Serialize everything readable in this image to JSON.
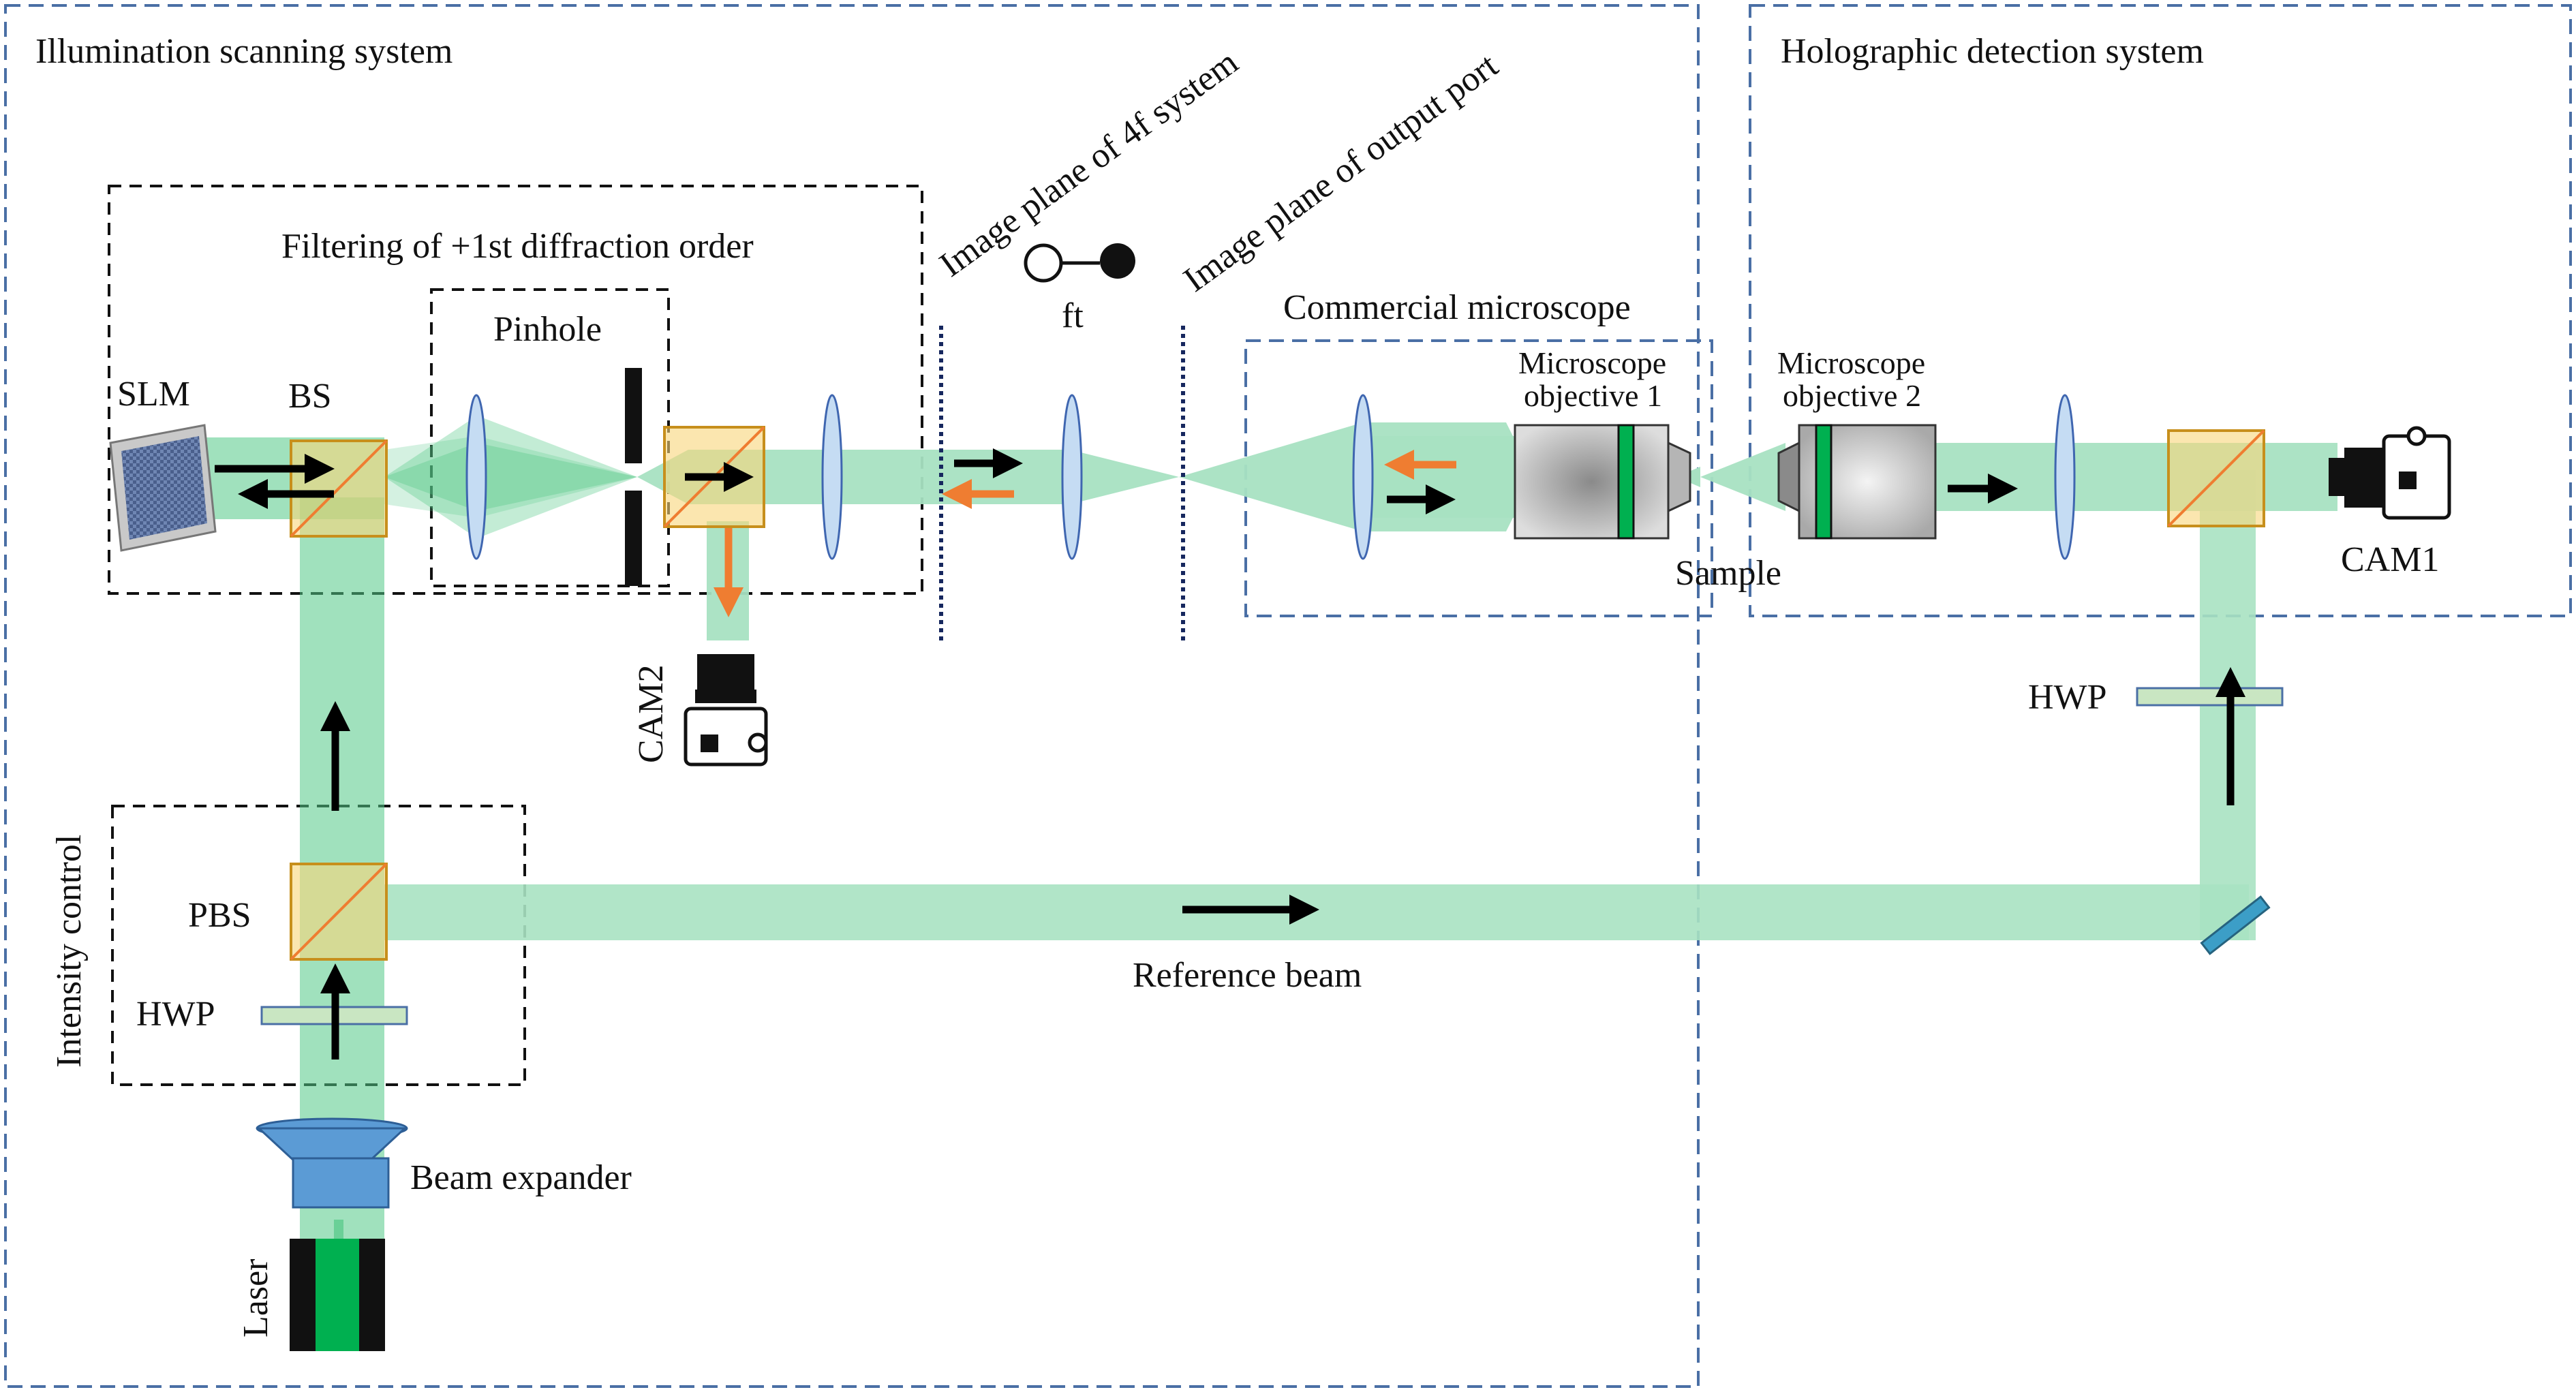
{
  "sections": {
    "illumination": "Illumination scanning system",
    "holographic": "Holographic detection system",
    "filtering": "Filtering of +1st diffraction order",
    "pinhole": "Pinhole",
    "commercial": "Commercial microscope",
    "intensity": "Intensity control"
  },
  "planes": {
    "fourf": "Image plane of 4f system",
    "output": "Image plane of output  port"
  },
  "labels": {
    "slm": "SLM",
    "bs": "BS",
    "pbs": "PBS",
    "hwp_left": "HWP",
    "hwp_right": "HWP",
    "cam2": "CAM2",
    "cam1": "CAM1",
    "ft": "ft",
    "beam_expander": "Beam expander",
    "laser": "Laser",
    "reference_beam": "Reference beam",
    "sample": "Sample",
    "objective1_line1": "Microscope",
    "objective1_line2": "objective 1",
    "objective2_line1": "Microscope",
    "objective2_line2": "objective 2"
  },
  "colors": {
    "beam": "#a8e2c2",
    "beam_strong": "#52c987",
    "blue_dash": "#4a6fa5",
    "orange": "#ef7d31",
    "lens": "#c5dcf3",
    "lens_edge": "#3f66b0",
    "cube_fill": "#f9d679",
    "cube_edge": "#c78f1c",
    "expander": "#5b9bd5",
    "plane_dot": "#16275e",
    "laser_green": "#00b050"
  }
}
